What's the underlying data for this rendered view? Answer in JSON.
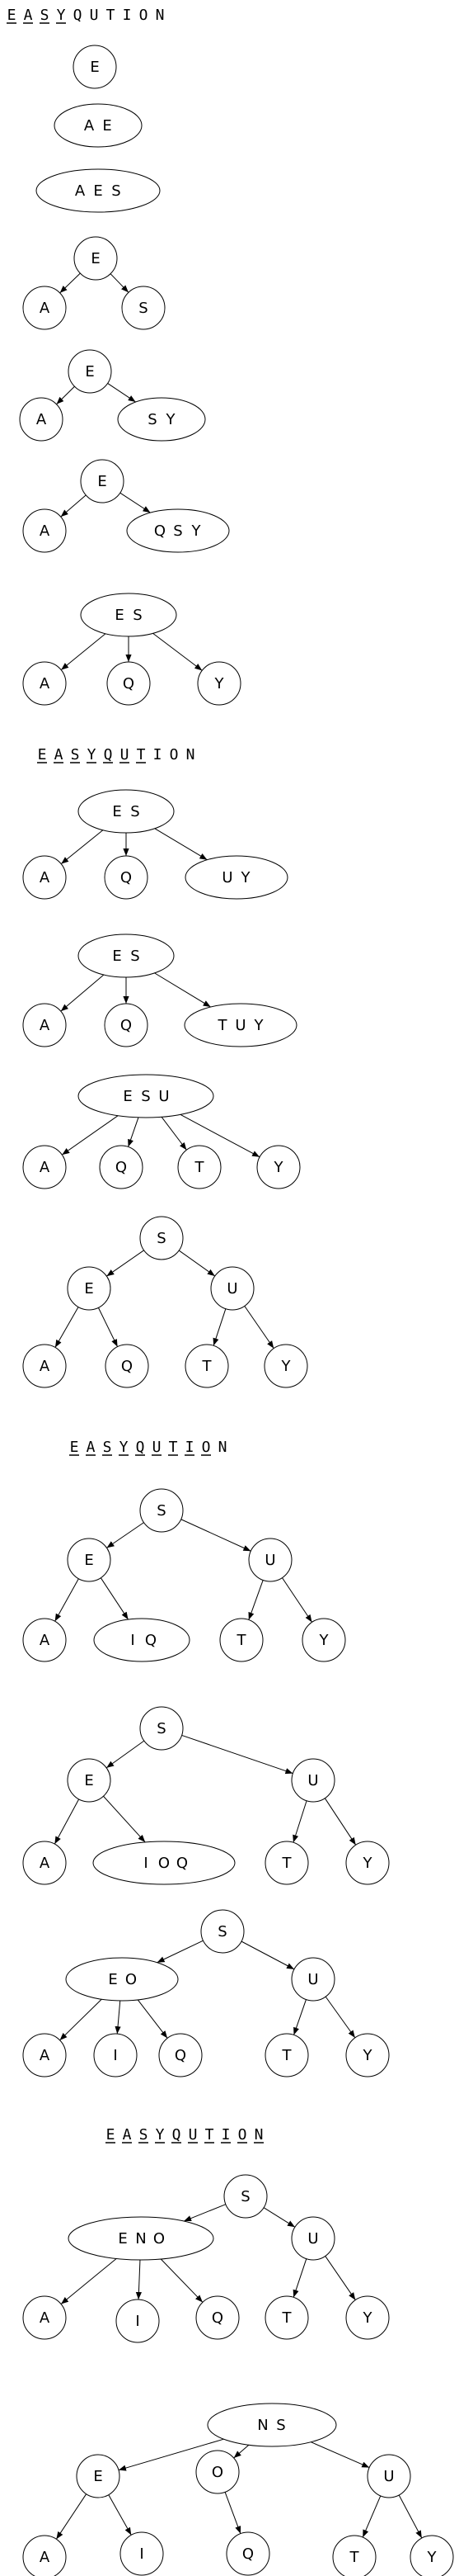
{
  "sequence_letters": [
    "E",
    "A",
    "S",
    "Y",
    "Q",
    "U",
    "T",
    "I",
    "O",
    "N"
  ],
  "sequence_headers": [
    {
      "underlined": 4
    },
    {
      "underlined": 7
    },
    {
      "underlined": 9
    },
    {
      "underlined": 10
    }
  ],
  "trees": [
    {
      "nodes": [
        {
          "keys": [
            "E"
          ]
        }
      ],
      "edges": []
    },
    {
      "nodes": [
        {
          "keys": [
            "A",
            "E"
          ]
        }
      ],
      "edges": []
    },
    {
      "nodes": [
        {
          "keys": [
            "A",
            "E",
            "S"
          ]
        }
      ],
      "edges": []
    },
    {
      "nodes": [
        {
          "keys": [
            "E"
          ]
        },
        {
          "keys": [
            "A"
          ]
        },
        {
          "keys": [
            "S"
          ]
        }
      ],
      "edges": [
        [
          0,
          1
        ],
        [
          0,
          2
        ]
      ]
    },
    {
      "nodes": [
        {
          "keys": [
            "E"
          ]
        },
        {
          "keys": [
            "A"
          ]
        },
        {
          "keys": [
            "S",
            "Y"
          ]
        }
      ],
      "edges": [
        [
          0,
          1
        ],
        [
          0,
          2
        ]
      ]
    },
    {
      "nodes": [
        {
          "keys": [
            "E"
          ]
        },
        {
          "keys": [
            "A"
          ]
        },
        {
          "keys": [
            "Q",
            "S",
            "Y"
          ]
        }
      ],
      "edges": [
        [
          0,
          1
        ],
        [
          0,
          2
        ]
      ]
    },
    {
      "nodes": [
        {
          "keys": [
            "E",
            "S"
          ]
        },
        {
          "keys": [
            "A"
          ]
        },
        {
          "keys": [
            "Q"
          ]
        },
        {
          "keys": [
            "Y"
          ]
        }
      ],
      "edges": [
        [
          0,
          1
        ],
        [
          0,
          2
        ],
        [
          0,
          3
        ]
      ]
    },
    {
      "nodes": [
        {
          "keys": [
            "E",
            "S"
          ]
        },
        {
          "keys": [
            "A"
          ]
        },
        {
          "keys": [
            "Q"
          ]
        },
        {
          "keys": [
            "U",
            "Y"
          ]
        }
      ],
      "edges": [
        [
          0,
          1
        ],
        [
          0,
          2
        ],
        [
          0,
          3
        ]
      ]
    },
    {
      "nodes": [
        {
          "keys": [
            "E",
            "S"
          ]
        },
        {
          "keys": [
            "A"
          ]
        },
        {
          "keys": [
            "Q"
          ]
        },
        {
          "keys": [
            "T",
            "U",
            "Y"
          ]
        }
      ],
      "edges": [
        [
          0,
          1
        ],
        [
          0,
          2
        ],
        [
          0,
          3
        ]
      ]
    },
    {
      "nodes": [
        {
          "keys": [
            "E",
            "S",
            "U"
          ]
        },
        {
          "keys": [
            "A"
          ]
        },
        {
          "keys": [
            "Q"
          ]
        },
        {
          "keys": [
            "T"
          ]
        },
        {
          "keys": [
            "Y"
          ]
        }
      ],
      "edges": [
        [
          0,
          1
        ],
        [
          0,
          2
        ],
        [
          0,
          3
        ],
        [
          0,
          4
        ]
      ]
    },
    {
      "nodes": [
        {
          "keys": [
            "S"
          ]
        },
        {
          "keys": [
            "E"
          ]
        },
        {
          "keys": [
            "U"
          ]
        },
        {
          "keys": [
            "A"
          ]
        },
        {
          "keys": [
            "Q"
          ]
        },
        {
          "keys": [
            "T"
          ]
        },
        {
          "keys": [
            "Y"
          ]
        }
      ],
      "edges": [
        [
          0,
          1
        ],
        [
          0,
          2
        ],
        [
          1,
          3
        ],
        [
          1,
          4
        ],
        [
          2,
          5
        ],
        [
          2,
          6
        ]
      ]
    },
    {
      "nodes": [
        {
          "keys": [
            "S"
          ]
        },
        {
          "keys": [
            "E"
          ]
        },
        {
          "keys": [
            "U"
          ]
        },
        {
          "keys": [
            "A"
          ]
        },
        {
          "keys": [
            "I",
            "Q"
          ]
        },
        {
          "keys": [
            "T"
          ]
        },
        {
          "keys": [
            "Y"
          ]
        }
      ],
      "edges": [
        [
          0,
          1
        ],
        [
          0,
          2
        ],
        [
          1,
          3
        ],
        [
          1,
          4
        ],
        [
          2,
          5
        ],
        [
          2,
          6
        ]
      ]
    },
    {
      "nodes": [
        {
          "keys": [
            "S"
          ]
        },
        {
          "keys": [
            "E"
          ]
        },
        {
          "keys": [
            "U"
          ]
        },
        {
          "keys": [
            "A"
          ]
        },
        {
          "keys": [
            "I",
            "O",
            "Q"
          ]
        },
        {
          "keys": [
            "T"
          ]
        },
        {
          "keys": [
            "Y"
          ]
        }
      ],
      "edges": [
        [
          0,
          1
        ],
        [
          0,
          2
        ],
        [
          1,
          3
        ],
        [
          1,
          4
        ],
        [
          2,
          5
        ],
        [
          2,
          6
        ]
      ]
    },
    {
      "nodes": [
        {
          "keys": [
            "S"
          ]
        },
        {
          "keys": [
            "E",
            "O"
          ]
        },
        {
          "keys": [
            "U"
          ]
        },
        {
          "keys": [
            "A"
          ]
        },
        {
          "keys": [
            "I"
          ]
        },
        {
          "keys": [
            "Q"
          ]
        },
        {
          "keys": [
            "T"
          ]
        },
        {
          "keys": [
            "Y"
          ]
        }
      ],
      "edges": [
        [
          0,
          1
        ],
        [
          0,
          2
        ],
        [
          1,
          3
        ],
        [
          1,
          4
        ],
        [
          1,
          5
        ],
        [
          2,
          6
        ],
        [
          2,
          7
        ]
      ]
    },
    {
      "nodes": [
        {
          "keys": [
            "S"
          ]
        },
        {
          "keys": [
            "E",
            "N",
            "O"
          ]
        },
        {
          "keys": [
            "U"
          ]
        },
        {
          "keys": [
            "A"
          ]
        },
        {
          "keys": [
            "I"
          ]
        },
        {
          "keys": [
            "Q"
          ]
        },
        {
          "keys": [
            "T"
          ]
        },
        {
          "keys": [
            "Y"
          ]
        }
      ],
      "edges": [
        [
          0,
          1
        ],
        [
          0,
          2
        ],
        [
          1,
          3
        ],
        [
          1,
          4
        ],
        [
          1,
          5
        ],
        [
          2,
          6
        ],
        [
          2,
          7
        ]
      ]
    },
    {
      "nodes": [
        {
          "keys": [
            "N",
            "S"
          ]
        },
        {
          "keys": [
            "E"
          ]
        },
        {
          "keys": [
            "O"
          ]
        },
        {
          "keys": [
            "U"
          ]
        },
        {
          "keys": [
            "A"
          ]
        },
        {
          "keys": [
            "I"
          ]
        },
        {
          "keys": [
            "Q"
          ]
        },
        {
          "keys": [
            "T"
          ]
        },
        {
          "keys": [
            "Y"
          ]
        }
      ],
      "edges": [
        [
          0,
          1
        ],
        [
          0,
          2
        ],
        [
          0,
          3
        ],
        [
          1,
          4
        ],
        [
          1,
          5
        ],
        [
          2,
          6
        ],
        [
          3,
          7
        ],
        [
          3,
          8
        ]
      ]
    }
  ]
}
